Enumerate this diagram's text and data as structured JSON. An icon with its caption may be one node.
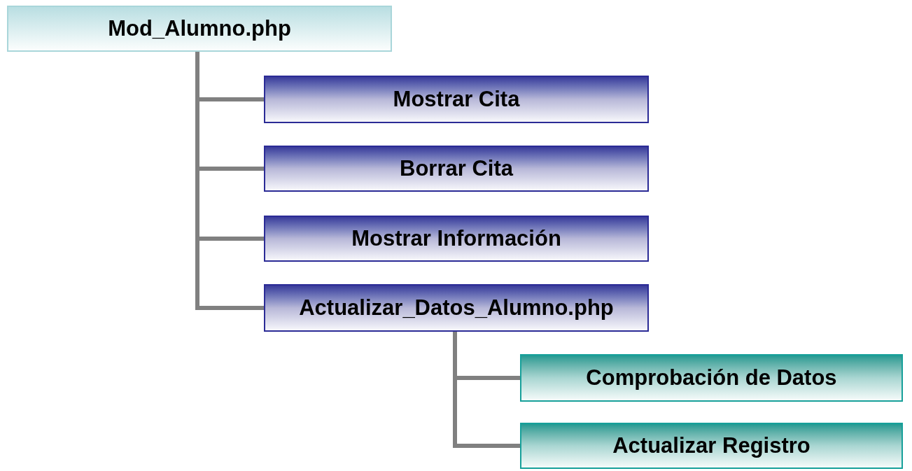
{
  "diagram": {
    "nodes": [
      {
        "text": [
          "Mod_Alumno.php"
        ]
      },
      {
        "text": [
          "Mostrar Cita"
        ]
      },
      {
        "text": [
          "Borrar Cita"
        ]
      },
      {
        "text": [
          "Mostrar Información"
        ]
      },
      {
        "text": [
          "Actualizar_Datos_Alumno.php"
        ]
      },
      {
        "text": [
          "Comprobación de Datos"
        ]
      },
      {
        "text": [
          "Actualizar Registro"
        ]
      }
    ],
    "edges": [
      {
        "from": 0,
        "to": 1,
        "arrow": "none"
      },
      {
        "from": 0,
        "to": 2,
        "arrow": "none"
      },
      {
        "from": 0,
        "to": 3,
        "arrow": "none"
      },
      {
        "from": 0,
        "to": 4,
        "arrow": "none"
      },
      {
        "from": 4,
        "to": 5,
        "arrow": "none"
      },
      {
        "from": 4,
        "to": 6,
        "arrow": "none"
      }
    ]
  }
}
